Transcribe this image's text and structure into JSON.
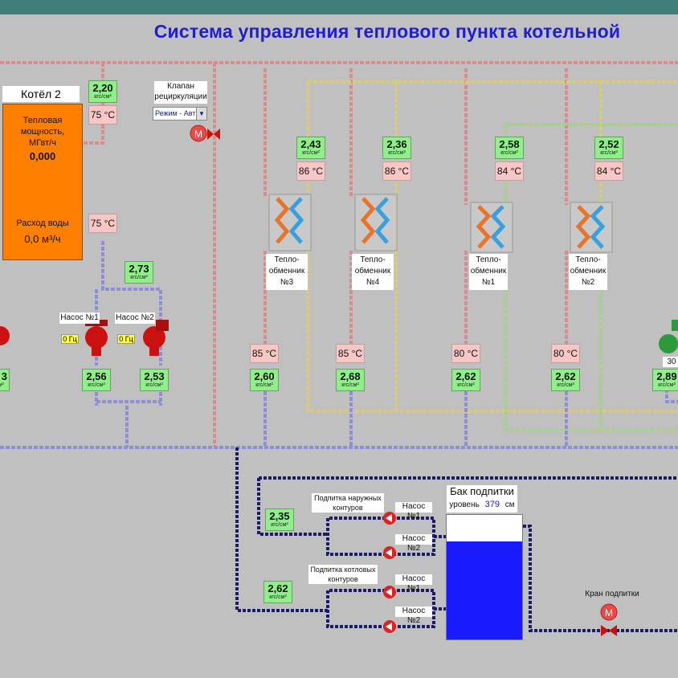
{
  "title": "Система управления теплового пункта котельной",
  "boiler": {
    "name": "Котёл 2",
    "power_label": "Тепловая мощность, МГвт/ч",
    "power_value": "0,000",
    "flow_label": "Расход воды",
    "flow_value": "0,0 м³/ч",
    "pressure": "2,20",
    "temp_top": "75 °C",
    "temp_bottom": "75 °C"
  },
  "valve": {
    "label": "Клапан рециркуляции",
    "mode": "Режим - Авт"
  },
  "unit_pressure": "кгс/см²",
  "pumps": {
    "p1_label": "Насос №1",
    "p2_label": "Насос №2",
    "p1_hz": "0 Гц",
    "p2_hz": "0 Гц",
    "header_pressure": "2,73",
    "p1_pressure": "2,56",
    "p2_pressure": "2,53",
    "left_pressure": "3",
    "right_pressure": "2,89",
    "right_hz": "30"
  },
  "exchangers": [
    {
      "label": "Тепло-обменник №3",
      "p_top": "2,43",
      "t_top": "86 °C",
      "t_bottom": "85 °C",
      "p_bottom": "2,60"
    },
    {
      "label": "Тепло-обменник №4",
      "p_top": "2,36",
      "t_top": "86 °C",
      "t_bottom": "85 °C",
      "p_bottom": "2,68"
    },
    {
      "label": "Тепло-обменник №1",
      "p_top": "2,58",
      "t_top": "84 °C",
      "t_bottom": "80 °C",
      "p_bottom": "2,62"
    },
    {
      "label": "Тепло-обменник №2",
      "p_top": "2,52",
      "t_top": "84 °C",
      "t_bottom": "80 °C",
      "p_bottom": "2,62"
    }
  ],
  "makeup": {
    "outer_label": "Подпитка наружных контуров",
    "boiler_label": "Подпитка котловых контуров",
    "pump1": "Насос №1",
    "pump2": "Насос №2",
    "outer_pressure": "2,35",
    "boiler_pressure": "2,62",
    "tank_title": "Бак подпитки",
    "level_label": "уровень",
    "level_value": "379",
    "level_unit": "см",
    "tank_fill_fraction": 0.79,
    "valve_label": "Кран подпитки"
  }
}
